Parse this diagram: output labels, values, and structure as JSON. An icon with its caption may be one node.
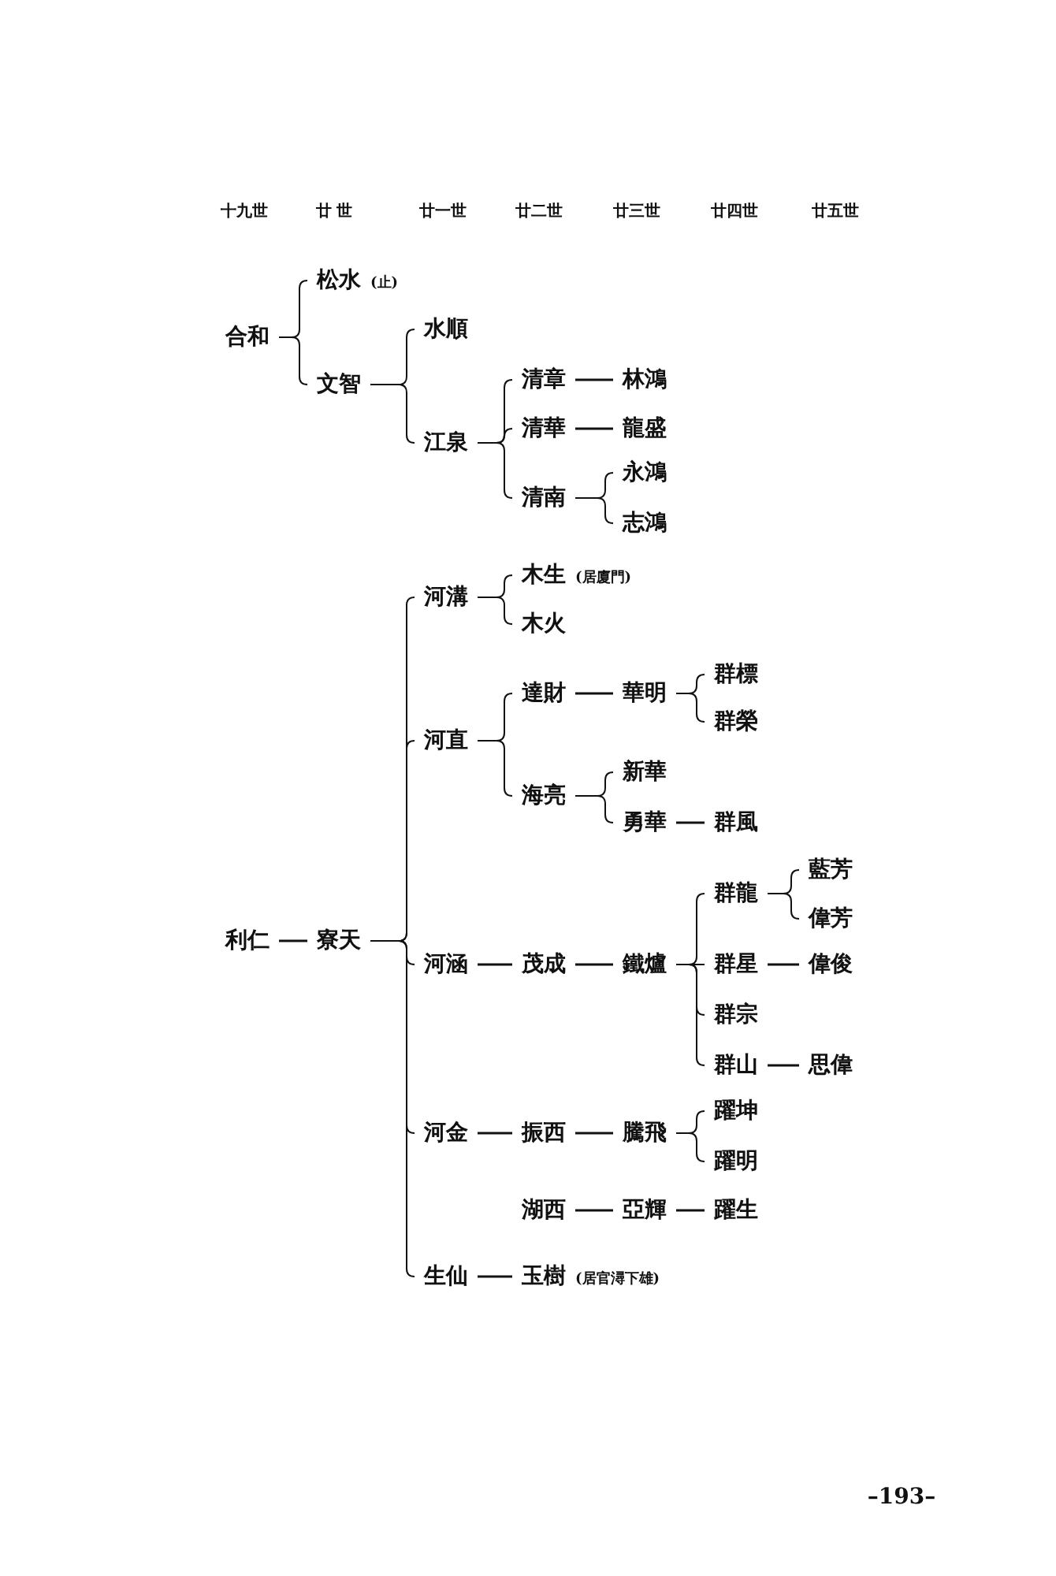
{
  "diagram": {
    "nodes": [
      {
        "text": [
          "合和"
        ]
      },
      {
        "text": [
          "松水"
        ],
        "beside": [
          "(止)"
        ]
      },
      {
        "text": [
          "文智"
        ]
      },
      {
        "text": [
          "水順"
        ]
      },
      {
        "text": [
          "江泉"
        ]
      },
      {
        "text": [
          "清章"
        ]
      },
      {
        "text": [
          "林鴻"
        ]
      },
      {
        "text": [
          "清華"
        ]
      },
      {
        "text": [
          "龍盛"
        ]
      },
      {
        "text": [
          "清南"
        ]
      },
      {
        "text": [
          "永鴻"
        ]
      },
      {
        "text": [
          "志鴻"
        ]
      },
      {
        "text": [
          "利仁"
        ]
      },
      {
        "text": [
          "寮天"
        ]
      },
      {
        "text": [
          "河溝"
        ]
      },
      {
        "text": [
          "木生"
        ],
        "beside": [
          "(居廈門)"
        ]
      },
      {
        "text": [
          "木火"
        ]
      },
      {
        "text": [
          "河直"
        ]
      },
      {
        "text": [
          "達財"
        ]
      },
      {
        "text": [
          "華明"
        ]
      },
      {
        "text": [
          "群標"
        ]
      },
      {
        "text": [
          "群榮"
        ]
      },
      {
        "text": [
          "海亮"
        ]
      },
      {
        "text": [
          "新華"
        ]
      },
      {
        "text": [
          "勇華"
        ]
      },
      {
        "text": [
          "群風"
        ]
      },
      {
        "text": [
          "河涵"
        ]
      },
      {
        "text": [
          "茂成"
        ]
      },
      {
        "text": [
          "鐵爐"
        ]
      },
      {
        "text": [
          "群龍"
        ]
      },
      {
        "text": [
          "藍芳"
        ]
      },
      {
        "text": [
          "偉芳"
        ]
      },
      {
        "text": [
          "群星"
        ]
      },
      {
        "text": [
          "偉俊"
        ]
      },
      {
        "text": [
          "群宗"
        ]
      },
      {
        "text": [
          "群山"
        ]
      },
      {
        "text": [
          "思偉"
        ]
      },
      {
        "text": [
          "河金"
        ]
      },
      {
        "text": [
          "振西"
        ]
      },
      {
        "text": [
          "騰飛"
        ]
      },
      {
        "text": [
          "躍坤"
        ]
      },
      {
        "text": [
          "躍明"
        ]
      },
      {
        "text": [
          "湖西"
        ]
      },
      {
        "text": [
          "亞輝"
        ]
      },
      {
        "text": [
          "躍生"
        ]
      },
      {
        "text": [
          "生仙"
        ]
      },
      {
        "text": [
          "玉樹"
        ],
        "beside": [
          "(居官潯下雄)"
        ]
      }
    ],
    "edges": [
      {
        "from": 0,
        "to": 1,
        "arrow": "none"
      },
      {
        "from": 0,
        "to": 2,
        "arrow": "none"
      },
      {
        "from": 2,
        "to": 3,
        "arrow": "none"
      },
      {
        "from": 2,
        "to": 4,
        "arrow": "none"
      },
      {
        "from": 4,
        "to": 5,
        "arrow": "none"
      },
      {
        "from": 4,
        "to": 7,
        "arrow": "none"
      },
      {
        "from": 4,
        "to": 9,
        "arrow": "none"
      },
      {
        "from": 5,
        "to": 6,
        "arrow": "none"
      },
      {
        "from": 7,
        "to": 8,
        "arrow": "none"
      },
      {
        "from": 9,
        "to": 10,
        "arrow": "none"
      },
      {
        "from": 9,
        "to": 11,
        "arrow": "none"
      },
      {
        "from": 12,
        "to": 13,
        "arrow": "none"
      },
      {
        "from": 13,
        "to": 14,
        "arrow": "none"
      },
      {
        "from": 13,
        "to": 17,
        "arrow": "none"
      },
      {
        "from": 13,
        "to": 26,
        "arrow": "none"
      },
      {
        "from": 13,
        "to": 37,
        "arrow": "none"
      },
      {
        "from": 13,
        "to": 45,
        "arrow": "none"
      },
      {
        "from": 14,
        "to": 15,
        "arrow": "none"
      },
      {
        "from": 14,
        "to": 16,
        "arrow": "none"
      },
      {
        "from": 17,
        "to": 18,
        "arrow": "none"
      },
      {
        "from": 17,
        "to": 22,
        "arrow": "none"
      },
      {
        "from": 18,
        "to": 19,
        "arrow": "none"
      },
      {
        "from": 19,
        "to": 20,
        "arrow": "none"
      },
      {
        "from": 19,
        "to": 21,
        "arrow": "none"
      },
      {
        "from": 22,
        "to": 23,
        "arrow": "none"
      },
      {
        "from": 22,
        "to": 24,
        "arrow": "none"
      },
      {
        "from": 24,
        "to": 25,
        "arrow": "none"
      },
      {
        "from": 26,
        "to": 27,
        "arrow": "none"
      },
      {
        "from": 27,
        "to": 28,
        "arrow": "none"
      },
      {
        "from": 28,
        "to": 29,
        "arrow": "none"
      },
      {
        "from": 28,
        "to": 32,
        "arrow": "none"
      },
      {
        "from": 28,
        "to": 34,
        "arrow": "none"
      },
      {
        "from": 28,
        "to": 35,
        "arrow": "none"
      },
      {
        "from": 29,
        "to": 30,
        "arrow": "none"
      },
      {
        "from": 29,
        "to": 31,
        "arrow": "none"
      },
      {
        "from": 32,
        "to": 33,
        "arrow": "none"
      },
      {
        "from": 35,
        "to": 36,
        "arrow": "none"
      },
      {
        "from": 37,
        "to": 38,
        "arrow": "none"
      },
      {
        "from": 38,
        "to": 39,
        "arrow": "none"
      },
      {
        "from": 39,
        "to": 40,
        "arrow": "none"
      },
      {
        "from": 39,
        "to": 41,
        "arrow": "none"
      },
      {
        "from": 42,
        "to": 43,
        "arrow": "none"
      },
      {
        "from": 43,
        "to": 44,
        "arrow": "none"
      },
      {
        "from": 45,
        "to": 46,
        "arrow": "none"
      }
    ],
    "labels": [
      "十九世",
      "廿 世",
      "廿一世",
      "廿二世",
      "廿三世",
      "廿四世",
      "廿五世",
      "–193–"
    ]
  }
}
